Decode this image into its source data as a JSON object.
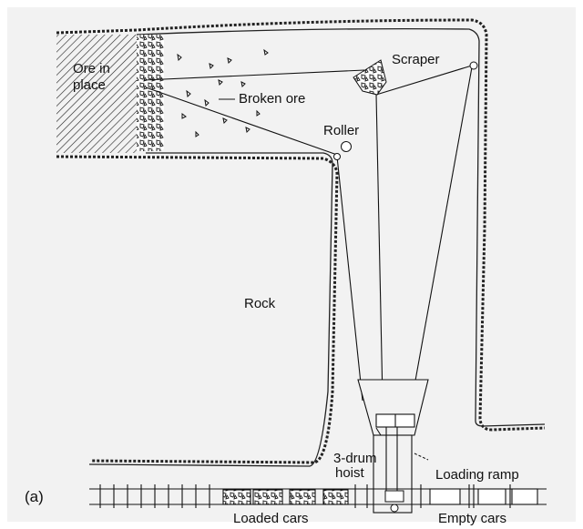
{
  "figure_label": "(a)",
  "labels": {
    "ore_in_place_1": "Ore in",
    "ore_in_place_2": "place",
    "broken_ore": "Broken ore",
    "scraper": "Scraper",
    "roller": "Roller",
    "rock": "Rock",
    "hoist_1": "3-drum",
    "hoist_2": "hoist",
    "loading_ramp": "Loading ramp",
    "loaded_cars": "Loaded cars",
    "empty_cars": "Empty cars"
  },
  "colors": {
    "background": "#f2f2f2",
    "ink": "#111111"
  }
}
